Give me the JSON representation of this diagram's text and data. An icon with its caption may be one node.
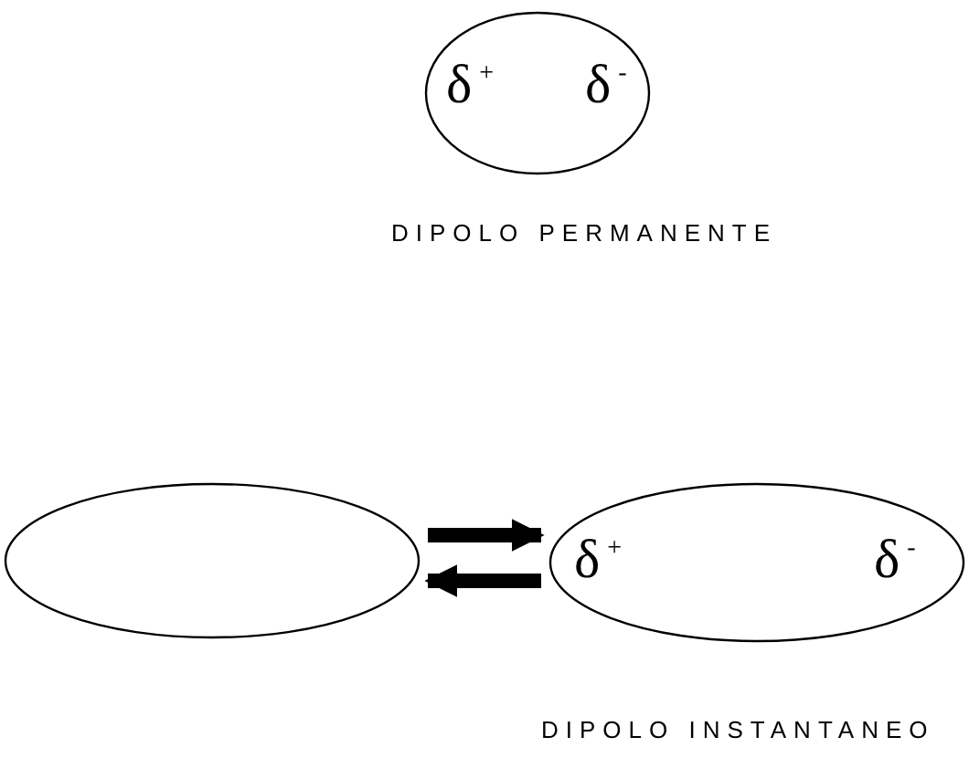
{
  "diagram": {
    "nodes": [
      {
        "text": [
          "δ$^{+}$",
          "δ$^{-}$"
        ],
        "beside": [
          "DIPOLO PERMANENTE"
        ]
      },
      {
        "text": [],
        "shape": "circle"
      },
      {
        "text": [
          "δ$^{+}$",
          "δ$^{-}$"
        ],
        "beside": [
          "DIPOLO INSTANTANEO"
        ]
      }
    ],
    "edges": [
      {
        "from": 1,
        "to": 2,
        "arrow": "to"
      },
      {
        "from": 2,
        "to": 1,
        "arrow": "to"
      }
    ]
  }
}
